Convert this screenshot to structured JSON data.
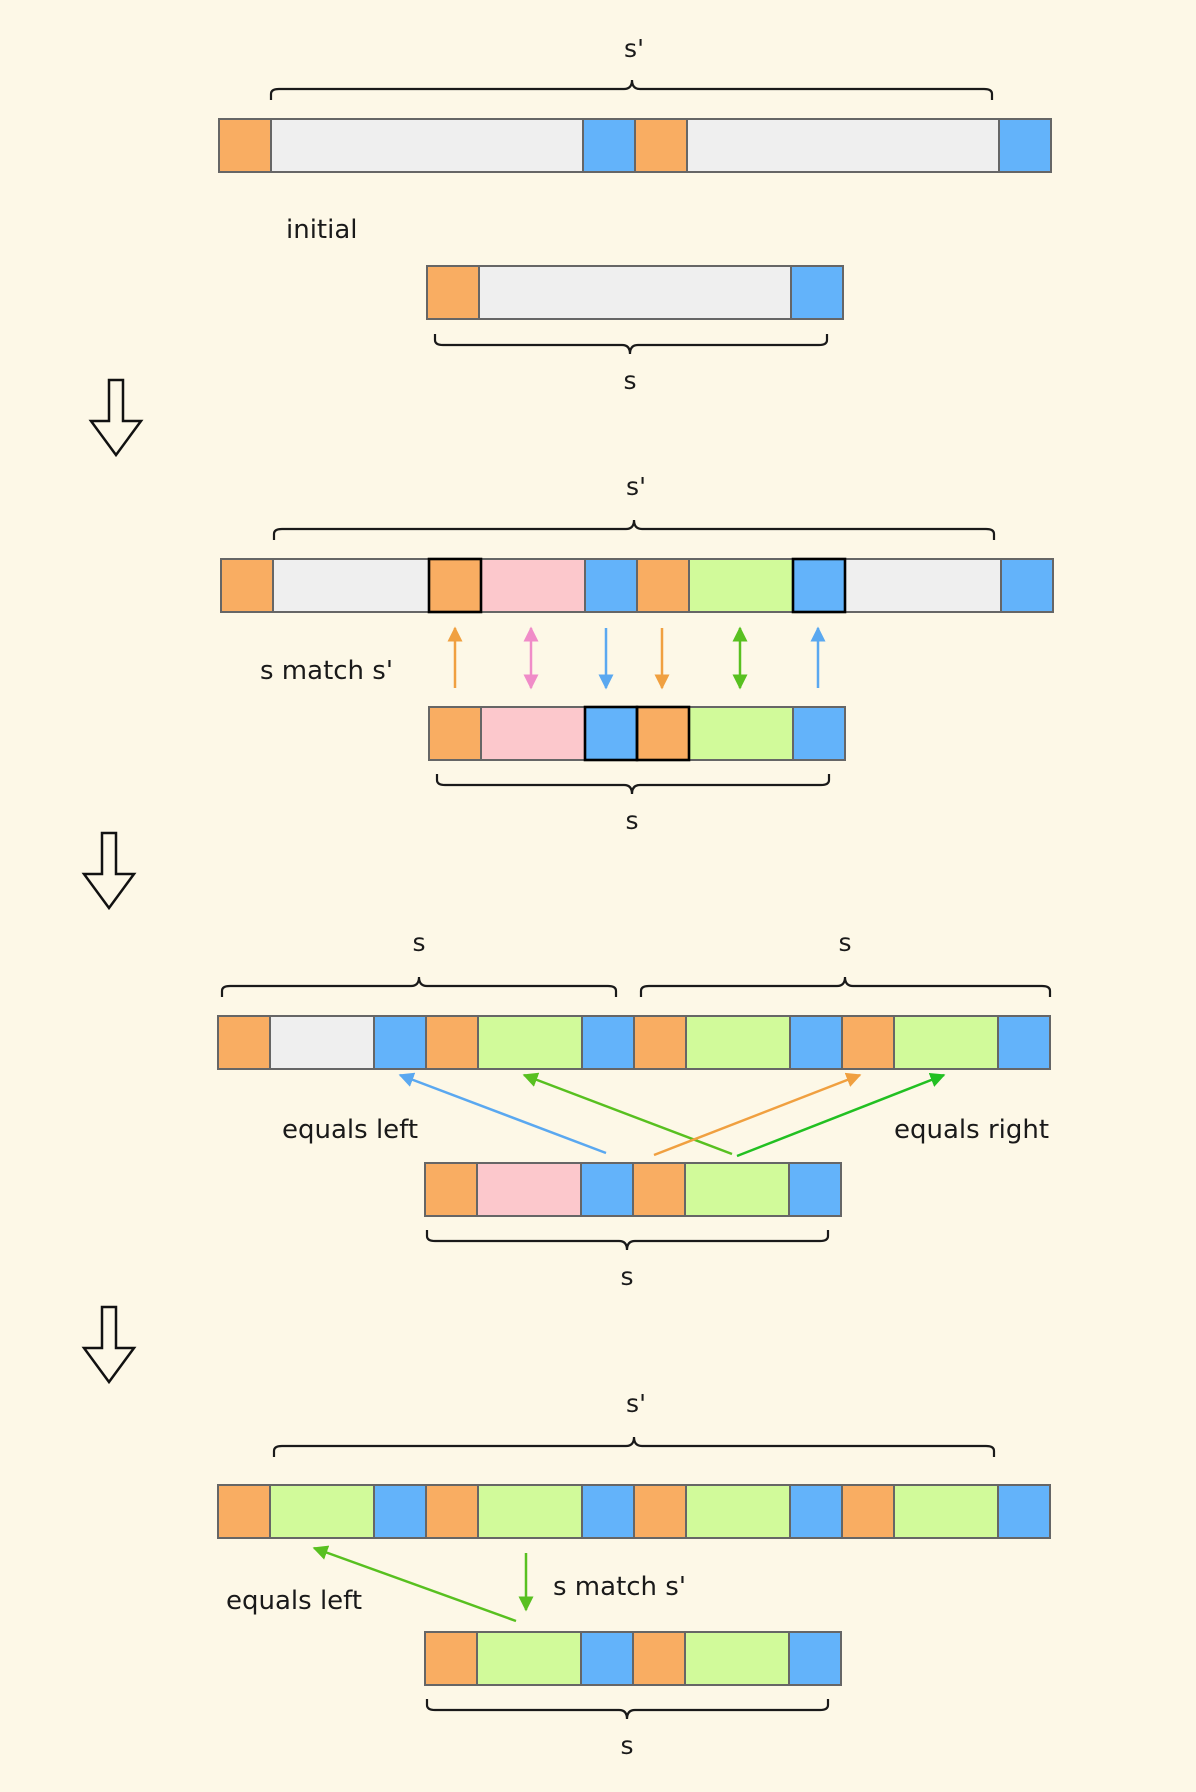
{
  "colors": {
    "background": "#fdf8e7",
    "orange": "#f9ad62",
    "blue": "#63b3fa",
    "gray": "#efefef",
    "pink": "#fcc8cc",
    "green": "#d1fa9a",
    "cell_border": "#666666",
    "highlight_border": "#000000",
    "arrow_orange": "#f0a040",
    "arrow_pink": "#f08cc8",
    "arrow_blue": "#5aa8f0",
    "arrow_green": "#58c020",
    "arrow_green_bright": "#22c022",
    "step_arrow": "#111111"
  },
  "icons": {
    "step": "down-arrow-outline-icon"
  },
  "stages": [
    {
      "id": "initial",
      "label": "initial",
      "top": {
        "brace_label": "s'",
        "cells": [
          "orange",
          "gray",
          "blue",
          "orange",
          "gray",
          "blue"
        ]
      },
      "bottom": {
        "brace_label": "s",
        "cells": [
          "orange",
          "gray",
          "blue"
        ]
      }
    },
    {
      "id": "match",
      "label": "s match s'",
      "top": {
        "brace_label": "s'",
        "cells": [
          "orange",
          "gray",
          "orange",
          "pink",
          "blue",
          "orange",
          "green",
          "blue",
          "gray",
          "blue"
        ]
      },
      "bottom": {
        "brace_label": "s",
        "cells": [
          "orange",
          "pink",
          "blue",
          "orange",
          "green",
          "blue"
        ]
      }
    },
    {
      "id": "equals",
      "label_left": "equals left",
      "label_right": "equals right",
      "top": {
        "brace_labels": [
          "s",
          "s"
        ],
        "cells": [
          "orange",
          "gray",
          "blue",
          "orange",
          "green",
          "blue",
          "orange",
          "green",
          "blue",
          "orange",
          "green",
          "blue"
        ]
      },
      "bottom": {
        "brace_label": "s",
        "cells": [
          "orange",
          "pink",
          "blue",
          "orange",
          "green",
          "blue"
        ]
      }
    },
    {
      "id": "final",
      "label_left": "equals left",
      "label_match": "s match s'",
      "top": {
        "brace_label": "s'",
        "cells": [
          "orange",
          "green",
          "blue",
          "orange",
          "green",
          "blue",
          "orange",
          "green",
          "blue",
          "orange",
          "green",
          "blue"
        ]
      },
      "bottom": {
        "brace_label": "s",
        "cells": [
          "orange",
          "green",
          "blue",
          "orange",
          "green",
          "blue"
        ]
      }
    }
  ]
}
